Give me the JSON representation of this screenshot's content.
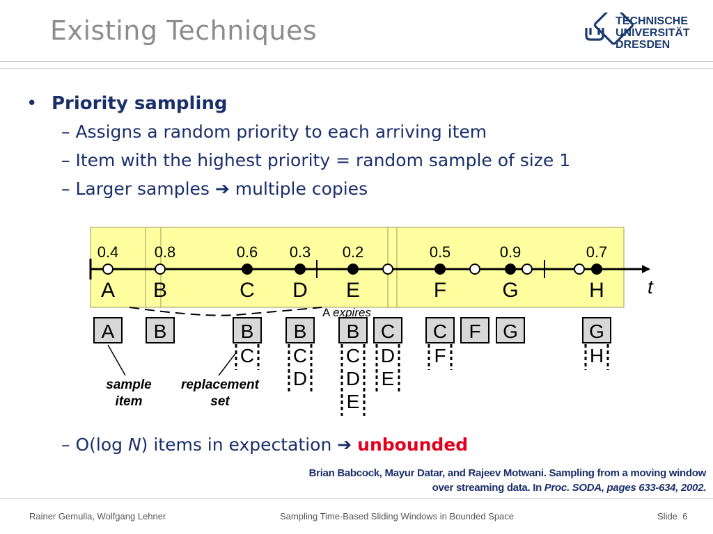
{
  "slide": {
    "title": "Existing Techniques",
    "logo": {
      "line1": "TECHNISCHE",
      "line2": "UNIVERSITÄT",
      "line3": "DRESDEN"
    },
    "bullet": "Priority sampling",
    "subs": [
      "Assigns a random priority to each arriving item",
      "Item with the highest priority = random sample of size 1"
    ],
    "sub3": {
      "text": "Larger samples",
      "after": "multiple copies"
    },
    "sub4": {
      "prefix": "O(log ",
      "n": "N",
      "middle": ") items in expectation",
      "emph": "unbounded"
    },
    "citation": {
      "line1": "Brian Babcock, Mayur Datar, and Rajeev Motwani. Sampling from a moving window",
      "line2_plain": "over streaming data. In ",
      "line2_italic": "Proc. SODA, pages 633-634, 2002."
    },
    "footer": {
      "authors": "Rainer Gemulla, Wolfgang Lehner",
      "talk": "Sampling Time-Based Sliding Windows in Bounded Space",
      "slide_label": "Slide",
      "slide_number": "6"
    }
  },
  "diagram": {
    "items": [
      {
        "label": "A",
        "priority": "0.4"
      },
      {
        "label": "B",
        "priority": "0.8"
      },
      {
        "label": "C",
        "priority": "0.6"
      },
      {
        "label": "D",
        "priority": "0.3"
      },
      {
        "label": "E",
        "priority": "0.2"
      },
      {
        "label": "F",
        "priority": "0.5"
      },
      {
        "label": "G",
        "priority": "0.9"
      },
      {
        "label": "H",
        "priority": "0.7"
      }
    ],
    "axis_label": "t",
    "expires": {
      "prefix": "A",
      "word": "expires"
    },
    "stacks": [
      {
        "sample": "A",
        "replacements": []
      },
      {
        "sample": "B",
        "replacements": []
      },
      {
        "sample": "B",
        "replacements": [
          "C"
        ]
      },
      {
        "sample": "B",
        "replacements": [
          "C",
          "D"
        ]
      },
      {
        "sample": "B",
        "replacements": [
          "C",
          "D",
          "E"
        ]
      },
      {
        "sample": "C",
        "replacements": [
          "D",
          "E"
        ]
      },
      {
        "sample": "C",
        "replacements": [
          "F"
        ]
      },
      {
        "sample": "F",
        "replacements": []
      },
      {
        "sample": "G",
        "replacements": []
      },
      {
        "sample": "G",
        "replacements": [
          "H"
        ]
      }
    ],
    "legend": {
      "sample_item": [
        "sample",
        "item"
      ],
      "replacement_set": [
        "replacement",
        "set"
      ]
    }
  }
}
